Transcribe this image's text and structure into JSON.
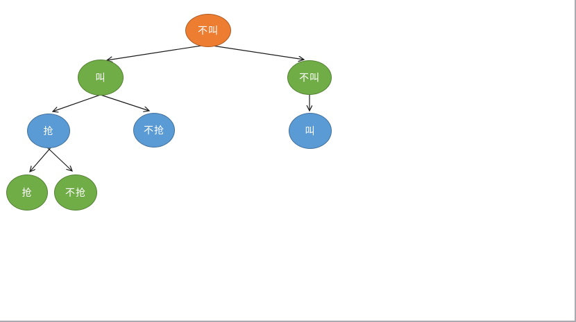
{
  "canvas": {
    "background": "#ffffff",
    "edge_border_color": "#a9a9b2"
  },
  "diagram": {
    "type": "decision-tree",
    "text_color": "#ffffff",
    "line_color": "#1a1a1a",
    "palette": {
      "orange_fill": "#ED7D31",
      "orange_border": "#AE5A21",
      "green_fill": "#70AD47",
      "green_border": "#548235",
      "blue_fill": "#5B9BD5",
      "blue_border": "#41719C"
    },
    "nodes": [
      {
        "id": "root",
        "label": "不叫",
        "fill": "#ED7D31",
        "border": "#AE5A21"
      },
      {
        "id": "l1-jiao",
        "label": "叫",
        "fill": "#70AD47",
        "border": "#548235"
      },
      {
        "id": "l1-bujiao",
        "label": "不叫",
        "fill": "#70AD47",
        "border": "#548235"
      },
      {
        "id": "l2-qiang",
        "label": "抢",
        "fill": "#5B9BD5",
        "border": "#41719C"
      },
      {
        "id": "l2-buqiang",
        "label": "不抢",
        "fill": "#5B9BD5",
        "border": "#41719C"
      },
      {
        "id": "l2-jiao",
        "label": "叫",
        "fill": "#5B9BD5",
        "border": "#41719C"
      },
      {
        "id": "l3-qiang",
        "label": "抢",
        "fill": "#70AD47",
        "border": "#548235"
      },
      {
        "id": "l3-buqiang",
        "label": "不抢",
        "fill": "#70AD47",
        "border": "#548235"
      }
    ],
    "edges": [
      {
        "from": "root",
        "to": "l1-jiao"
      },
      {
        "from": "root",
        "to": "l1-bujiao"
      },
      {
        "from": "l1-jiao",
        "to": "l2-qiang"
      },
      {
        "from": "l1-jiao",
        "to": "l2-buqiang"
      },
      {
        "from": "l1-bujiao",
        "to": "l2-jiao"
      },
      {
        "from": "l2-qiang",
        "to": "l3-qiang"
      },
      {
        "from": "l2-qiang",
        "to": "l3-buqiang"
      }
    ]
  }
}
